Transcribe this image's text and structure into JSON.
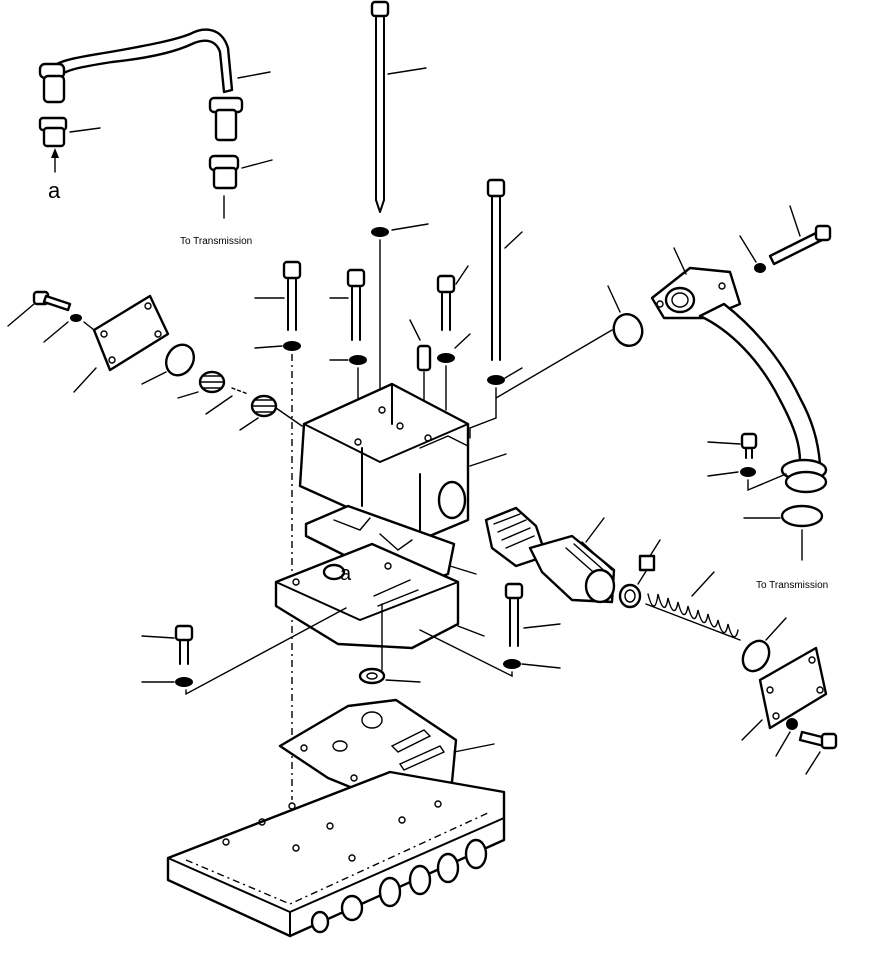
{
  "callouts": {
    "to_transmission_top": "To Transmission",
    "to_transmission_right": "To Transmission",
    "ref_a_top": "a",
    "ref_a_body": "a"
  }
}
